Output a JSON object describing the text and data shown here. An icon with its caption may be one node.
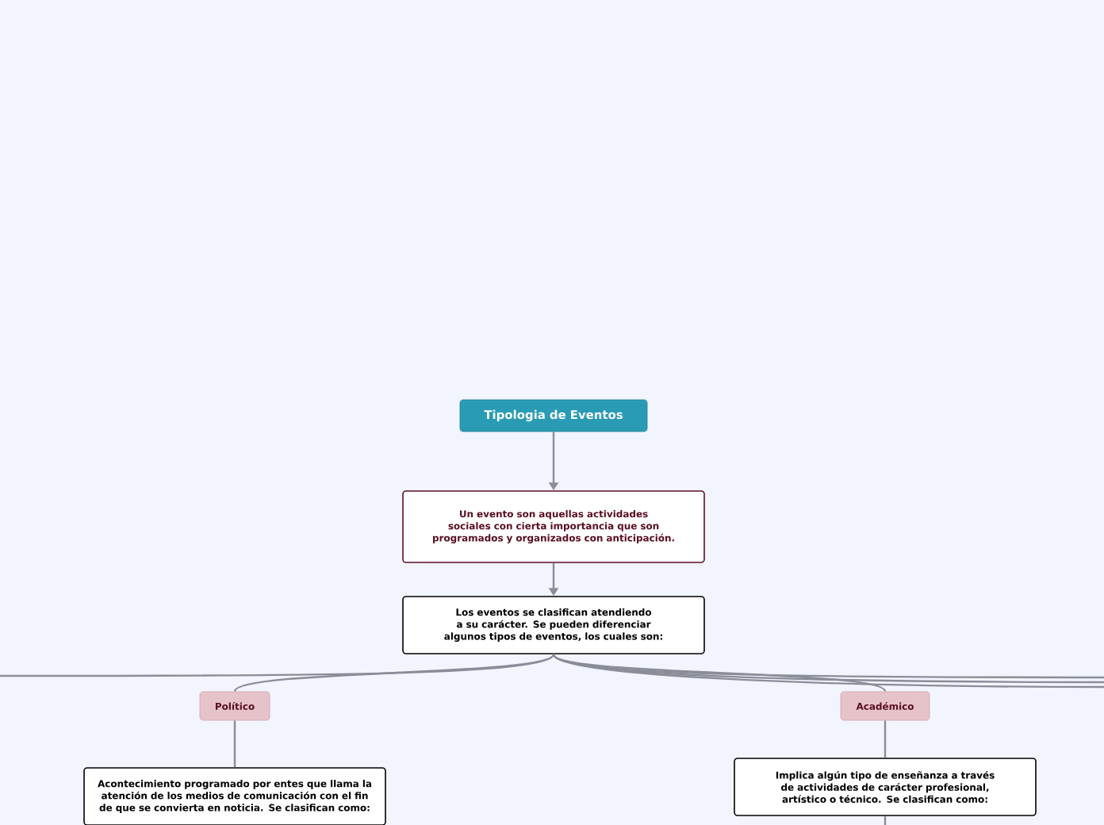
{
  "diagram": {
    "nodes": [
      {
        "text": [
          "Tipologia de Eventos"
        ]
      },
      {
        "text": [
          "Un evento son aquellas actividades sociales con cierta importancia que son programados y organizados con anticipación."
        ]
      },
      {
        "text": [
          "Los eventos se clasifican atendiendo a su carácter. Se pueden diferenciar algunos tipos de eventos, los cuales son:"
        ]
      },
      {
        "text": [
          "Político"
        ]
      },
      {
        "text": [
          "Académico"
        ]
      },
      {
        "text": [
          "Acontecimiento programado por entes que llama la atención de los medios de comunicación con el fin de que se convierta en noticia. Se clasifican como:"
        ]
      },
      {
        "text": [
          "Implica algún tipo de enseñanza a través de actividades de carácter profesional, artístico o técnico. Se clasifican como:"
        ]
      }
    ],
    "edges": [
      {
        "from": 0,
        "to": 1,
        "arrow": "to"
      },
      {
        "from": 1,
        "to": 2,
        "arrow": "to"
      },
      {
        "from": 2,
        "to": null,
        "arrow": "none"
      },
      {
        "from": 2,
        "to": 3,
        "arrow": "none"
      },
      {
        "from": 2,
        "to": 4,
        "arrow": "none"
      },
      {
        "from": 2,
        "to": null,
        "arrow": "none"
      },
      {
        "from": 2,
        "to": null,
        "arrow": "none"
      },
      {
        "from": 2,
        "to": null,
        "arrow": "none"
      },
      {
        "from": 3,
        "to": 5,
        "arrow": "none"
      },
      {
        "from": 4,
        "to": 6,
        "arrow": "none"
      },
      {
        "from": 6,
        "to": null,
        "arrow": "none"
      }
    ]
  }
}
